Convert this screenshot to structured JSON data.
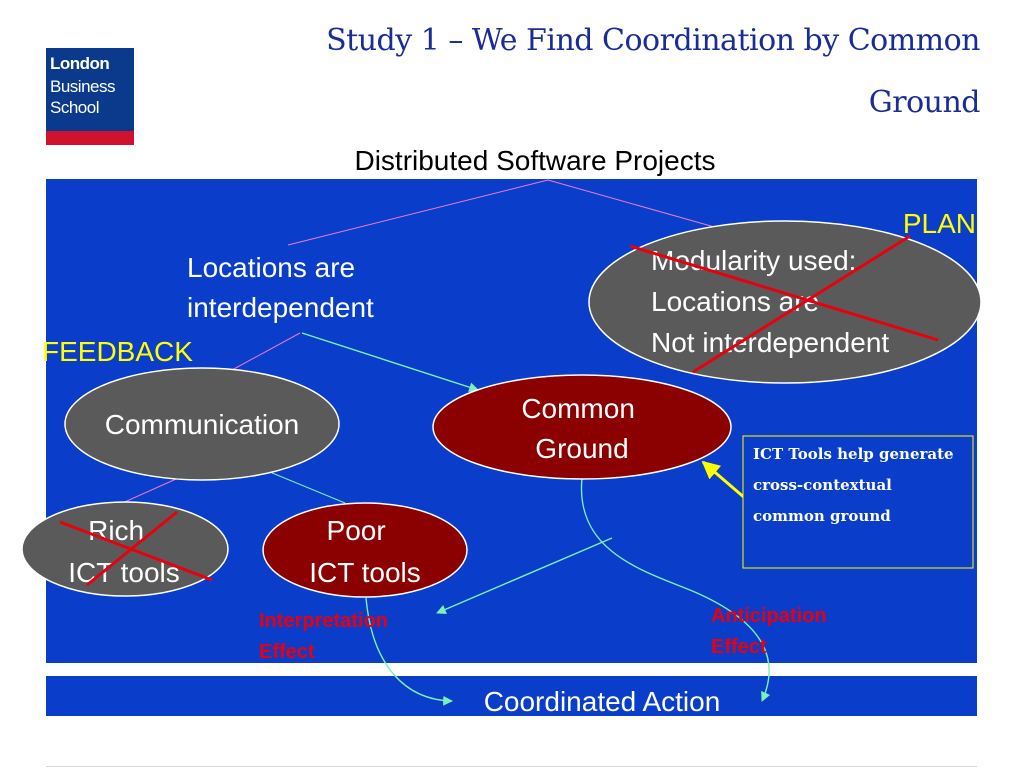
{
  "slide": {
    "title": "Study 1 –  We Find Coordination by Common Ground",
    "title_lines": [
      "Study 1 –  We Find Coordination by Common",
      "Ground"
    ],
    "subtitle": "Distributed Software Projects"
  },
  "logo": {
    "lines": [
      "London",
      "Business",
      "School"
    ],
    "colors": {
      "blue": "#0b3a8c",
      "red": "#d0122e"
    }
  },
  "diagram": {
    "labels": {
      "plan": "PLAN",
      "feedback": "FEEDBACK",
      "interdependent": [
        "Locations are",
        "interdependent"
      ]
    },
    "nodes": {
      "modularity": [
        "Modularity used:",
        "Locations are",
        "Not interdependent"
      ],
      "communication": [
        "Communication"
      ],
      "common_ground": [
        "Common",
        "Ground"
      ],
      "rich_ict": [
        "Rich",
        "ICT tools"
      ],
      "poor_ict": [
        "Poor",
        "ICT tools"
      ]
    },
    "effects": {
      "interpretation": [
        "Interpretation",
        "Effect"
      ],
      "anticipation": [
        "Anticipation",
        "Effect"
      ]
    },
    "note": [
      "ICT Tools help generate",
      "cross-contextual",
      "common ground"
    ],
    "outcome": "Coordinated Action",
    "crossed_out": [
      "modularity",
      "rich_ict"
    ],
    "colors": {
      "panel": "#0a3dc9",
      "gray_node": "#5a5a5a",
      "maroon_node": "#8b0000",
      "accent_yellow": "#ffff00",
      "effect_red": "#e8000f",
      "arrow_green": "#7cf0b8",
      "connector_pink": "#e87bd9",
      "cross_red": "#e8000f"
    }
  }
}
